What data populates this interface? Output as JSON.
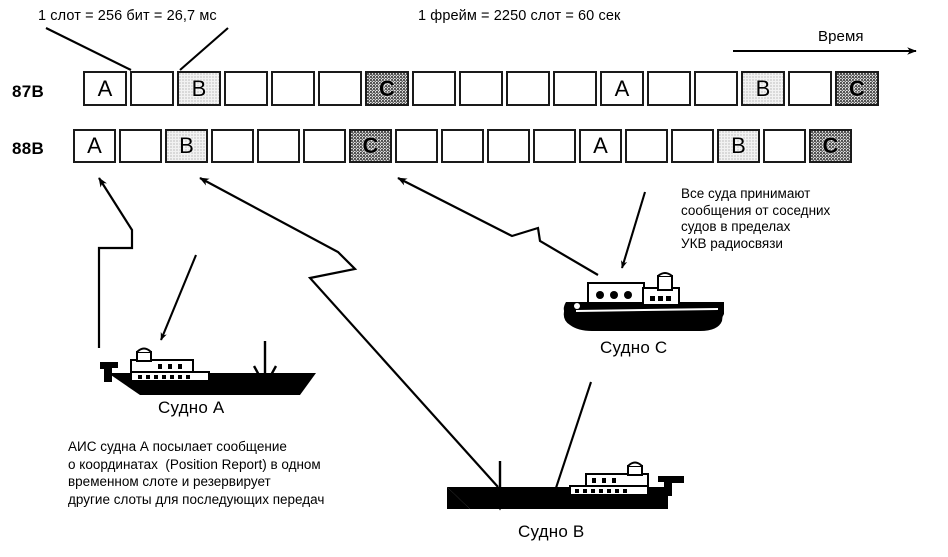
{
  "captions": {
    "slot_caption": "1 слот = 256 бит = 26,7 мс",
    "frame_caption": "1 фрейм = 2250 слот = 60 сек",
    "time_axis_label": "Время"
  },
  "rows": [
    {
      "label": "87B",
      "name": "channel-87b",
      "slots": [
        {
          "text": "A",
          "fill": "none"
        },
        {
          "text": "",
          "fill": "none"
        },
        {
          "text": "B",
          "fill": "light"
        },
        {
          "text": "",
          "fill": "none"
        },
        {
          "text": "",
          "fill": "none"
        },
        {
          "text": "",
          "fill": "none"
        },
        {
          "text": "C",
          "fill": "dark"
        },
        {
          "text": "",
          "fill": "none"
        },
        {
          "text": "",
          "fill": "none"
        },
        {
          "text": "",
          "fill": "none"
        },
        {
          "text": "",
          "fill": "none"
        },
        {
          "text": "A",
          "fill": "none"
        },
        {
          "text": "",
          "fill": "none"
        },
        {
          "text": "",
          "fill": "none"
        },
        {
          "text": "B",
          "fill": "light"
        },
        {
          "text": "",
          "fill": "none"
        },
        {
          "text": "C",
          "fill": "dark"
        }
      ]
    },
    {
      "label": "88B",
      "name": "channel-88b",
      "slots": [
        {
          "text": "A",
          "fill": "none"
        },
        {
          "text": "",
          "fill": "none"
        },
        {
          "text": "B",
          "fill": "light"
        },
        {
          "text": "",
          "fill": "none"
        },
        {
          "text": "",
          "fill": "none"
        },
        {
          "text": "",
          "fill": "none"
        },
        {
          "text": "C",
          "fill": "dark"
        },
        {
          "text": "",
          "fill": "none"
        },
        {
          "text": "",
          "fill": "none"
        },
        {
          "text": "",
          "fill": "none"
        },
        {
          "text": "",
          "fill": "none"
        },
        {
          "text": "A",
          "fill": "none"
        },
        {
          "text": "",
          "fill": "none"
        },
        {
          "text": "",
          "fill": "none"
        },
        {
          "text": "B",
          "fill": "light"
        },
        {
          "text": "",
          "fill": "none"
        },
        {
          "text": "C",
          "fill": "dark"
        }
      ]
    }
  ],
  "ships": {
    "a": {
      "label": "Судно А"
    },
    "b": {
      "label": "Судно В"
    },
    "c": {
      "label": "Судно С"
    }
  },
  "notes": {
    "right": "Все суда принимают\nсообщения от соседних\nсудов в пределах\nУКВ радиосвязи",
    "left": "АИС судна А посылает сообщение\nо координатах  (Position Report) в одном\nвременном слоте и резервирует\nдругие слоты для последующих передач"
  },
  "colors": {
    "ink": "#000000",
    "paper": "#ffffff",
    "slot_border": "#1a1a1a",
    "shade_light": "#f2f2f2",
    "shade_dark": "#e3e3e3"
  }
}
